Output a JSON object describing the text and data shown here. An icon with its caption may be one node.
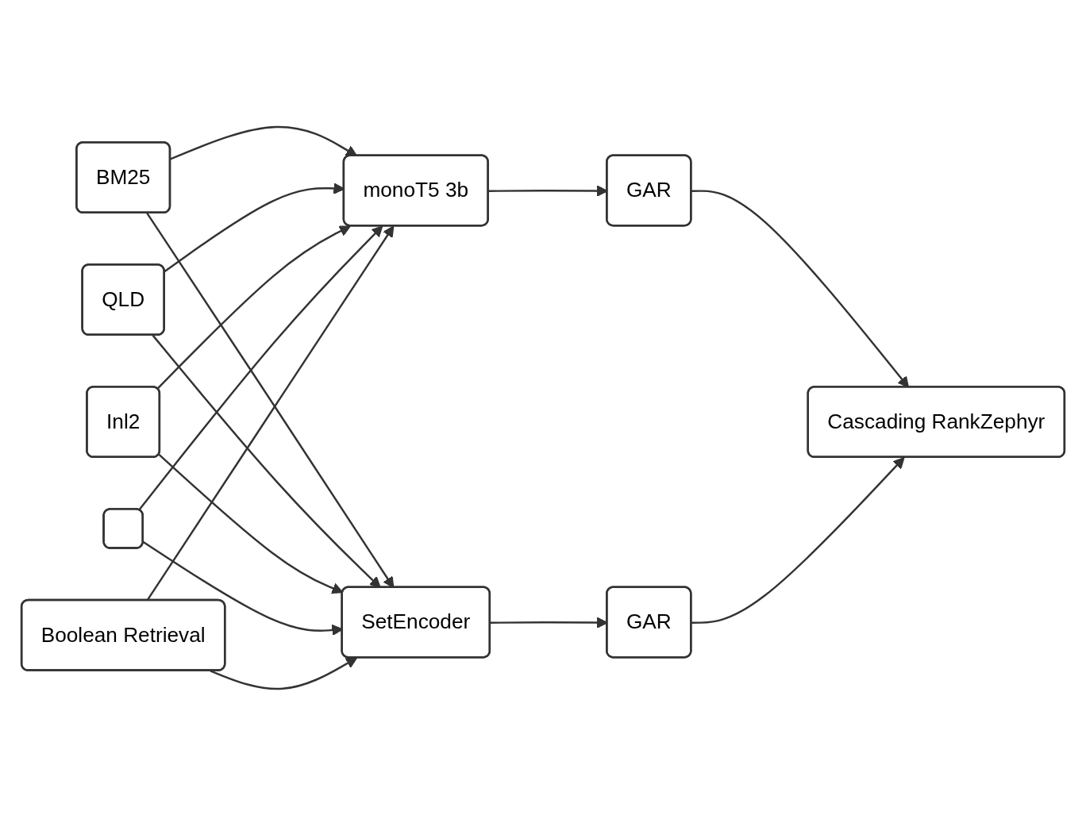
{
  "diagram": {
    "nodes": [
      {
        "text": [
          "BM25"
        ]
      },
      {
        "text": [
          "QLD"
        ]
      },
      {
        "text": [
          "Inl2"
        ]
      },
      {
        "text": [],
        "shape": "box"
      },
      {
        "text": [
          "Boolean Retrieval"
        ]
      },
      {
        "text": [
          "monoT5 3b"
        ]
      },
      {
        "text": [
          "SetEncoder"
        ]
      },
      {
        "text": [
          "GAR"
        ]
      },
      {
        "text": [
          "GAR"
        ]
      },
      {
        "text": [
          "Cascading RankZephyr"
        ]
      }
    ],
    "edges": [
      {
        "from": 0,
        "to": 5,
        "arrow": "to"
      },
      {
        "from": 1,
        "to": 5,
        "arrow": "to"
      },
      {
        "from": 2,
        "to": 5,
        "arrow": "to"
      },
      {
        "from": 3,
        "to": 5,
        "arrow": "to"
      },
      {
        "from": 4,
        "to": 5,
        "arrow": "to"
      },
      {
        "from": 0,
        "to": 6,
        "arrow": "to"
      },
      {
        "from": 1,
        "to": 6,
        "arrow": "to"
      },
      {
        "from": 2,
        "to": 6,
        "arrow": "to"
      },
      {
        "from": 3,
        "to": 6,
        "arrow": "to"
      },
      {
        "from": 4,
        "to": 6,
        "arrow": "to"
      },
      {
        "from": 5,
        "to": 7,
        "arrow": "to"
      },
      {
        "from": 6,
        "to": 8,
        "arrow": "to"
      },
      {
        "from": 7,
        "to": 9,
        "arrow": "to"
      },
      {
        "from": 8,
        "to": 9,
        "arrow": "to"
      }
    ]
  }
}
